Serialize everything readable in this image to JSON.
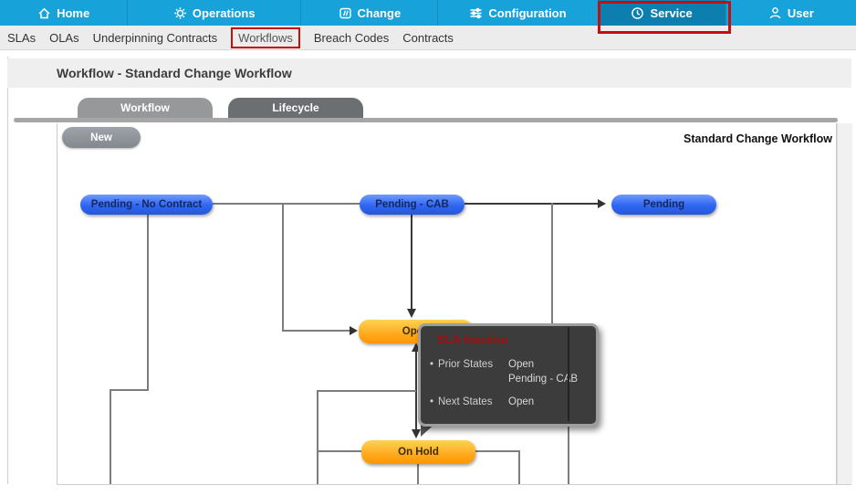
{
  "nav": {
    "items": [
      {
        "label": "Home",
        "icon": "home-icon"
      },
      {
        "label": "Operations",
        "icon": "gear-icon"
      },
      {
        "label": "Change",
        "icon": "change-icon"
      },
      {
        "label": "Configuration",
        "icon": "sliders-icon"
      },
      {
        "label": "Service",
        "icon": "clock-icon",
        "selected": true
      },
      {
        "label": "User",
        "icon": "user-icon"
      }
    ]
  },
  "subnav": {
    "items": [
      {
        "label": "SLAs"
      },
      {
        "label": "OLAs"
      },
      {
        "label": "Underpinning Contracts"
      },
      {
        "label": "Workflows",
        "highlighted": true
      },
      {
        "label": "Breach Codes"
      },
      {
        "label": "Contracts"
      }
    ]
  },
  "page": {
    "title": "Workflow - Standard Change Workflow"
  },
  "tabs": [
    {
      "label": "Workflow",
      "active": true
    },
    {
      "label": "Lifecycle",
      "active": false
    }
  ],
  "toolbar": {
    "new_label": "New",
    "workflow_name": "Standard Change Workflow"
  },
  "diagram": {
    "nodes": [
      {
        "label": "Pending - No Contract",
        "color": "blue"
      },
      {
        "label": "Pending - CAB",
        "color": "blue"
      },
      {
        "label": "Pending",
        "color": "blue"
      },
      {
        "label": "Open",
        "color": "orange"
      },
      {
        "label": "On Hold",
        "color": "orange"
      }
    ]
  },
  "tooltip": {
    "title": "SLA Inactive",
    "bullet": "•",
    "rows": [
      {
        "label": "Prior States",
        "values": [
          "Open",
          "Pending - CAB"
        ]
      },
      {
        "label": "Next States",
        "values": [
          "Open"
        ]
      }
    ]
  },
  "colors": {
    "nav_bg": "#17a2d9",
    "nav_selected_bg": "#0d7fae",
    "highlight_red": "#c40f0f",
    "node_blue": "#2f66f2",
    "node_orange": "#ffa91e",
    "tooltip_bg": "#3c3c3c",
    "tooltip_title_red": "#a00f0f"
  }
}
